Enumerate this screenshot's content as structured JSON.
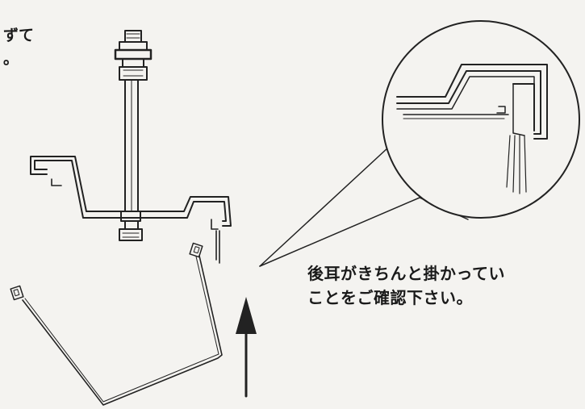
{
  "notes": {
    "top_left": [
      "ずて",
      "。"
    ],
    "callout": [
      "後耳がきちんと掛かってい",
      "ことをご確認下さい。"
    ]
  },
  "colors": {
    "ink": "#222222",
    "paper": "#f4f3f0"
  },
  "icons": {
    "arrow": "arrow-up-icon"
  }
}
